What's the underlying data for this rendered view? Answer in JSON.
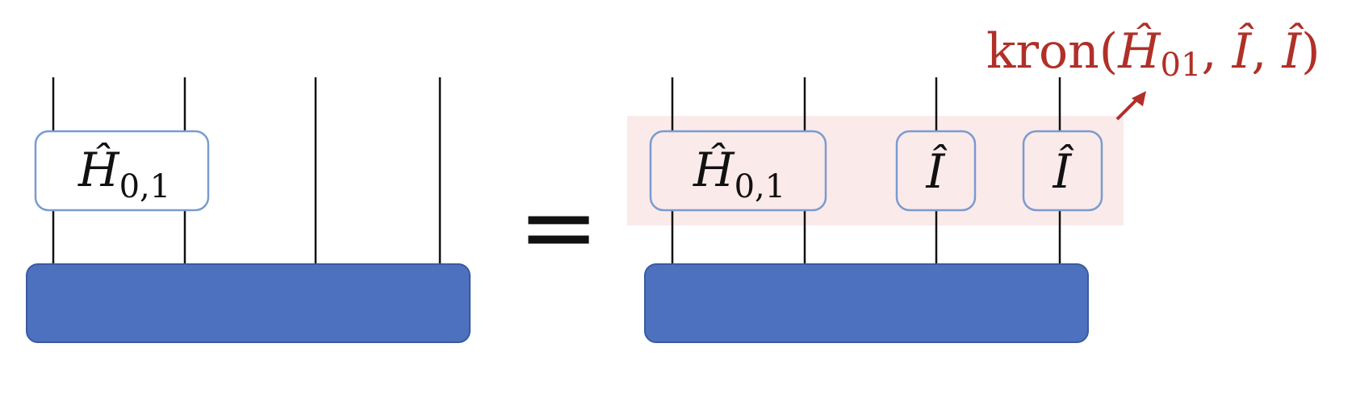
{
  "colors": {
    "tensor_fill": "#4d71be",
    "tensor_stroke": "#3a5a9e",
    "operator_stroke": "#7a9bd0",
    "operator_fill_left": "#ffffff",
    "operator_fill_right": "#fbeaea",
    "highlight_fill": "#fbeaea",
    "annotation": "#b03028",
    "wire": "#111111"
  },
  "left_diagram": {
    "operator": {
      "symbol": "Ĥ",
      "subscript": "0,1"
    }
  },
  "equals": "=",
  "right_diagram": {
    "operators": [
      {
        "symbol": "Ĥ",
        "subscript": "0,1"
      },
      {
        "symbol": "Î",
        "subscript": ""
      },
      {
        "symbol": "Î",
        "subscript": ""
      }
    ]
  },
  "annotation": {
    "prefix": "kron(",
    "arg1_symbol": "Ĥ",
    "arg1_sub": "01",
    "sep1": ", ",
    "arg2": "Î",
    "sep2": ", ",
    "arg3": "Î",
    "suffix": ")"
  }
}
